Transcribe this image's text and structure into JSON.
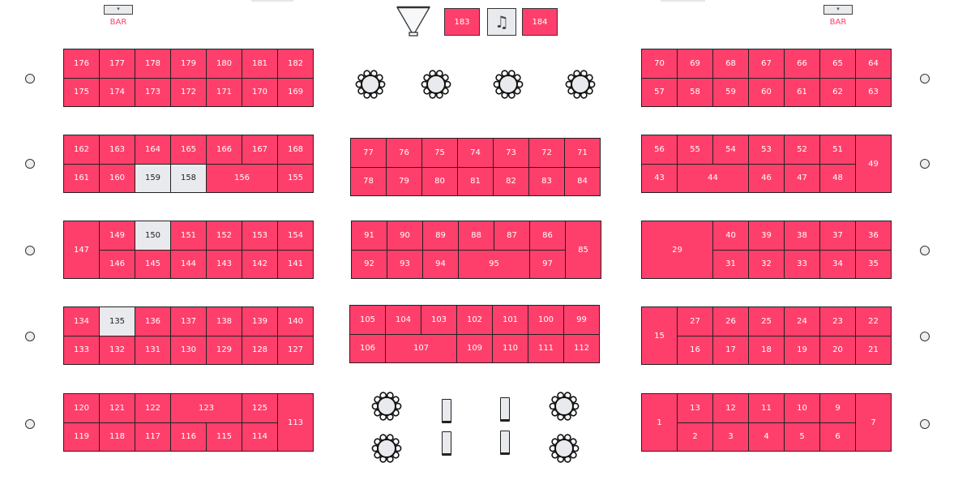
{
  "bars": [
    {
      "label": "BAR",
      "icon": "cocktail-icon"
    },
    {
      "label": "BAR",
      "icon": "cocktail-icon"
    }
  ],
  "stage": {
    "left": "183",
    "right": "184",
    "music_icon": "music-note-icon",
    "screen_icon": "projector-screen-icon"
  },
  "colors": {
    "available": "#ff3f6b",
    "unavailable": "#e8eaed",
    "label_accent": "#ff3f6b"
  },
  "blocks": [
    {
      "id": "A",
      "labels": [
        "176",
        "177",
        "178",
        "179",
        "180",
        "181",
        "182",
        "175",
        "174",
        "173",
        "172",
        "171",
        "170",
        "169"
      ]
    },
    {
      "id": "B",
      "labels": [
        "162",
        "163",
        "164",
        "165",
        "166",
        "167",
        "168",
        "161",
        "160",
        "159",
        "158",
        "156",
        "155"
      ],
      "unavailable": [
        "159",
        "158"
      ]
    },
    {
      "id": "C",
      "labels": [
        "147",
        "149",
        "150",
        "151",
        "152",
        "153",
        "154",
        "146",
        "145",
        "144",
        "143",
        "142",
        "141"
      ],
      "unavailable": [
        "150"
      ]
    },
    {
      "id": "D",
      "labels": [
        "134",
        "135",
        "136",
        "137",
        "138",
        "139",
        "140",
        "133",
        "132",
        "131",
        "130",
        "129",
        "128",
        "127"
      ],
      "unavailable": [
        "135"
      ]
    },
    {
      "id": "E",
      "labels": [
        "120",
        "121",
        "122",
        "123",
        "125",
        "113",
        "119",
        "118",
        "117",
        "116",
        "115",
        "114"
      ]
    },
    {
      "id": "F",
      "labels": [
        "77",
        "76",
        "75",
        "74",
        "73",
        "72",
        "71",
        "78",
        "79",
        "80",
        "81",
        "82",
        "83",
        "84"
      ]
    },
    {
      "id": "G",
      "labels": [
        "91",
        "90",
        "89",
        "88",
        "87",
        "86",
        "85",
        "92",
        "93",
        "94",
        "95",
        "97"
      ]
    },
    {
      "id": "H",
      "labels": [
        "105",
        "104",
        "103",
        "102",
        "101",
        "100",
        "99",
        "106",
        "107",
        "109",
        "110",
        "111",
        "112"
      ]
    },
    {
      "id": "I",
      "labels": [
        "70",
        "69",
        "68",
        "67",
        "66",
        "65",
        "64",
        "57",
        "58",
        "59",
        "60",
        "61",
        "62",
        "63"
      ]
    },
    {
      "id": "J",
      "labels": [
        "56",
        "55",
        "54",
        "53",
        "52",
        "51",
        "49",
        "43",
        "44",
        "46",
        "47",
        "48"
      ]
    },
    {
      "id": "K",
      "labels": [
        "29",
        "40",
        "39",
        "38",
        "37",
        "36",
        "31",
        "32",
        "33",
        "34",
        "35"
      ]
    },
    {
      "id": "L",
      "labels": [
        "15",
        "27",
        "26",
        "25",
        "24",
        "23",
        "22",
        "16",
        "17",
        "18",
        "19",
        "20",
        "21"
      ]
    },
    {
      "id": "M",
      "labels": [
        "1",
        "13",
        "12",
        "11",
        "10",
        "9",
        "7",
        "2",
        "3",
        "4",
        "5",
        "6"
      ]
    }
  ]
}
